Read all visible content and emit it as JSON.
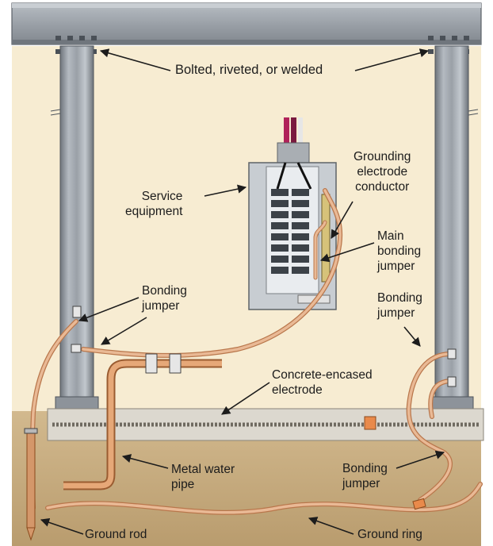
{
  "colors": {
    "background_wall": "#f7ecd2",
    "beam_steel": "#9ea4ab",
    "column_steel": "#8e949b",
    "ground_soil": "#c7ad83",
    "concrete": "#d9d5cc",
    "copper": "#e6b38e",
    "copper_dark": "#b9774c",
    "panel": "#c8cdd2",
    "service_wire_red": "#b0225a"
  },
  "labels": {
    "bolted": "Bolted, riveted, or welded",
    "service_equipment": [
      "Service",
      "equipment"
    ],
    "gec": [
      "Grounding",
      "electrode",
      "conductor"
    ],
    "main_bonding_jumper": [
      "Main",
      "bonding",
      "jumper"
    ],
    "bonding_jumper_left": [
      "Bonding",
      "jumper"
    ],
    "bonding_jumper_right": [
      "Bonding",
      "jumper"
    ],
    "concrete_encased": [
      "Concrete-encased",
      "electrode"
    ],
    "metal_water_pipe": [
      "Metal water",
      "pipe"
    ],
    "bonding_jumper_bottom": [
      "Bonding",
      "jumper"
    ],
    "ground_rod": "Ground rod",
    "ground_ring": "Ground ring"
  }
}
